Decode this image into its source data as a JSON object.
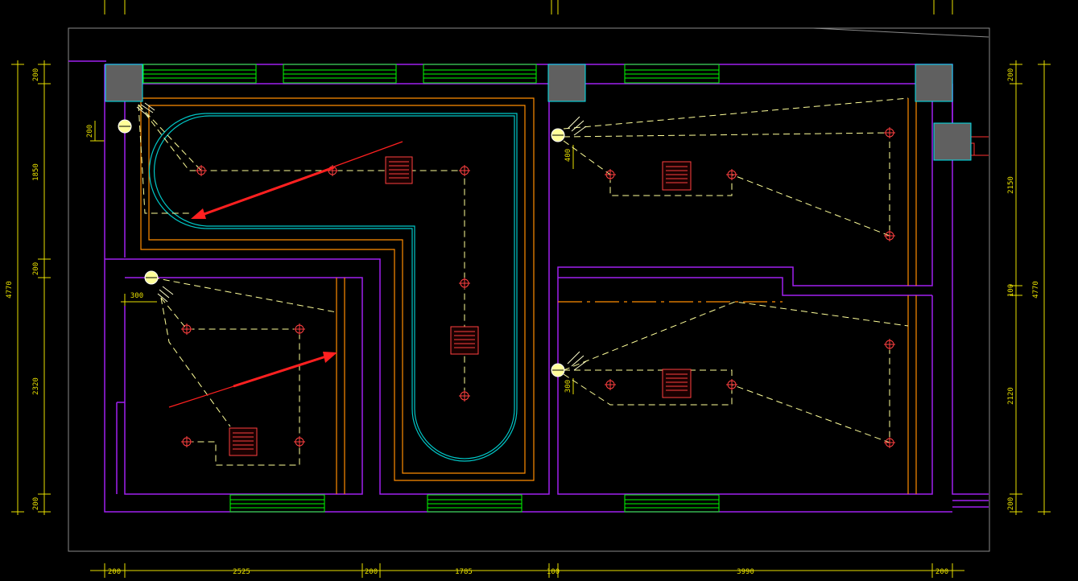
{
  "colors": {
    "background": "#000000",
    "wall": "#a020f0",
    "dimension": "#e8e000",
    "column_fill": "#606060",
    "column_edge": "#00e5ee",
    "window": "#00ff00",
    "orange_line": "#ff8c00",
    "cyan_track": "#00c8c8",
    "red_line": "#ff3030",
    "dashed_circuit": "#ffff99",
    "arrow": "#ff2020",
    "light_fixture": "#ff4040",
    "frame": "#8a8a8a"
  },
  "dimensions": {
    "bottom": [
      "200",
      "2525",
      "200",
      "1785",
      "100",
      "3990",
      "200"
    ],
    "left_outer": "4770",
    "left_inner": [
      "200",
      "1850",
      "200",
      "2320",
      "200"
    ],
    "right_outer": "4770",
    "right_inner": [
      "200",
      "2150",
      "100",
      "2120",
      "200"
    ],
    "local": [
      "200",
      "300",
      "400",
      "300"
    ]
  },
  "icons": {
    "light": "ceiling-light-icon",
    "wall_lamp": "wall-lamp-icon",
    "vent": "exhaust-vent-icon",
    "column": "structural-column-icon",
    "window": "window-icon",
    "annotation_arrow": "red-arrow-icon"
  }
}
